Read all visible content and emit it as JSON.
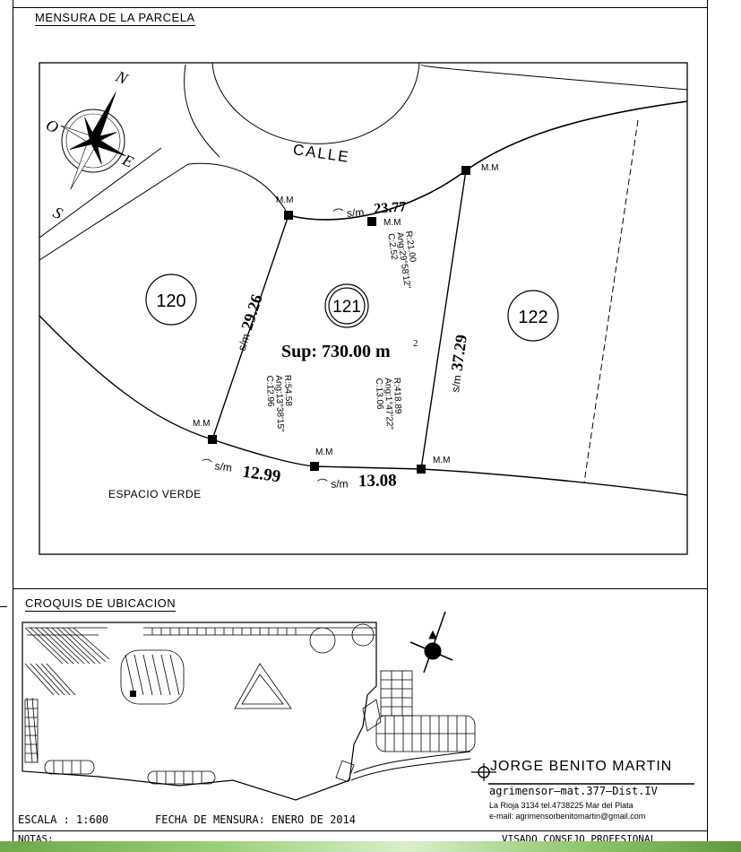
{
  "sections": {
    "parcel_title": "MENSURA DE LA PARCELA",
    "location_title": "CROQUIS DE UBICACION"
  },
  "compass": {
    "north": "N",
    "south": "S",
    "east": "E",
    "west": "O"
  },
  "street": "CALLE",
  "green_space": "ESPACIO VERDE",
  "lots": {
    "left": "120",
    "center": "121",
    "right": "122"
  },
  "area": {
    "label": "Sup: 730.00 m",
    "exponent": "2"
  },
  "markers": {
    "mm": "M.M"
  },
  "dimensions": {
    "left_side": {
      "prefix": "s/m",
      "value": "29.26"
    },
    "right_side": {
      "prefix": "s/m",
      "value": "37.29"
    },
    "top_arc": {
      "prefix": "⌒ s/m",
      "value": "23.77"
    },
    "bottom_arc_1": {
      "prefix": "⌒ s/m",
      "value": "12.99"
    },
    "bottom_arc_2": {
      "prefix": "⌒ s/m",
      "value": "13.08"
    }
  },
  "curve_data": {
    "top": [
      "R:21.00",
      "Ang:29°58'12\"",
      "C:2.52"
    ],
    "bottom_left": [
      "R:54.58",
      "Ang:13°38'15\"",
      "C:12.96"
    ],
    "bottom_right": [
      "R:418.89",
      "Ang:1°47'22\"",
      "C:13.06"
    ]
  },
  "surveyor": {
    "name": "JORGE BENITO MARTIN",
    "title": "agrimensor—mat.377—Dist.IV",
    "address": "La Rioja 3134 tel.4738225 Mar del Plata",
    "email": "e-mail: agrimensorbenitomartin@gmail.com"
  },
  "footer": {
    "scale": "ESCALA : 1:600",
    "date": "FECHA DE MENSURA: ENERO DE 2014",
    "notes": "NOTAS:",
    "visado": "VISADO CONSEJO PROFESIONAL"
  },
  "colors": {
    "ink": "#000000",
    "paper": "#ffffff"
  }
}
